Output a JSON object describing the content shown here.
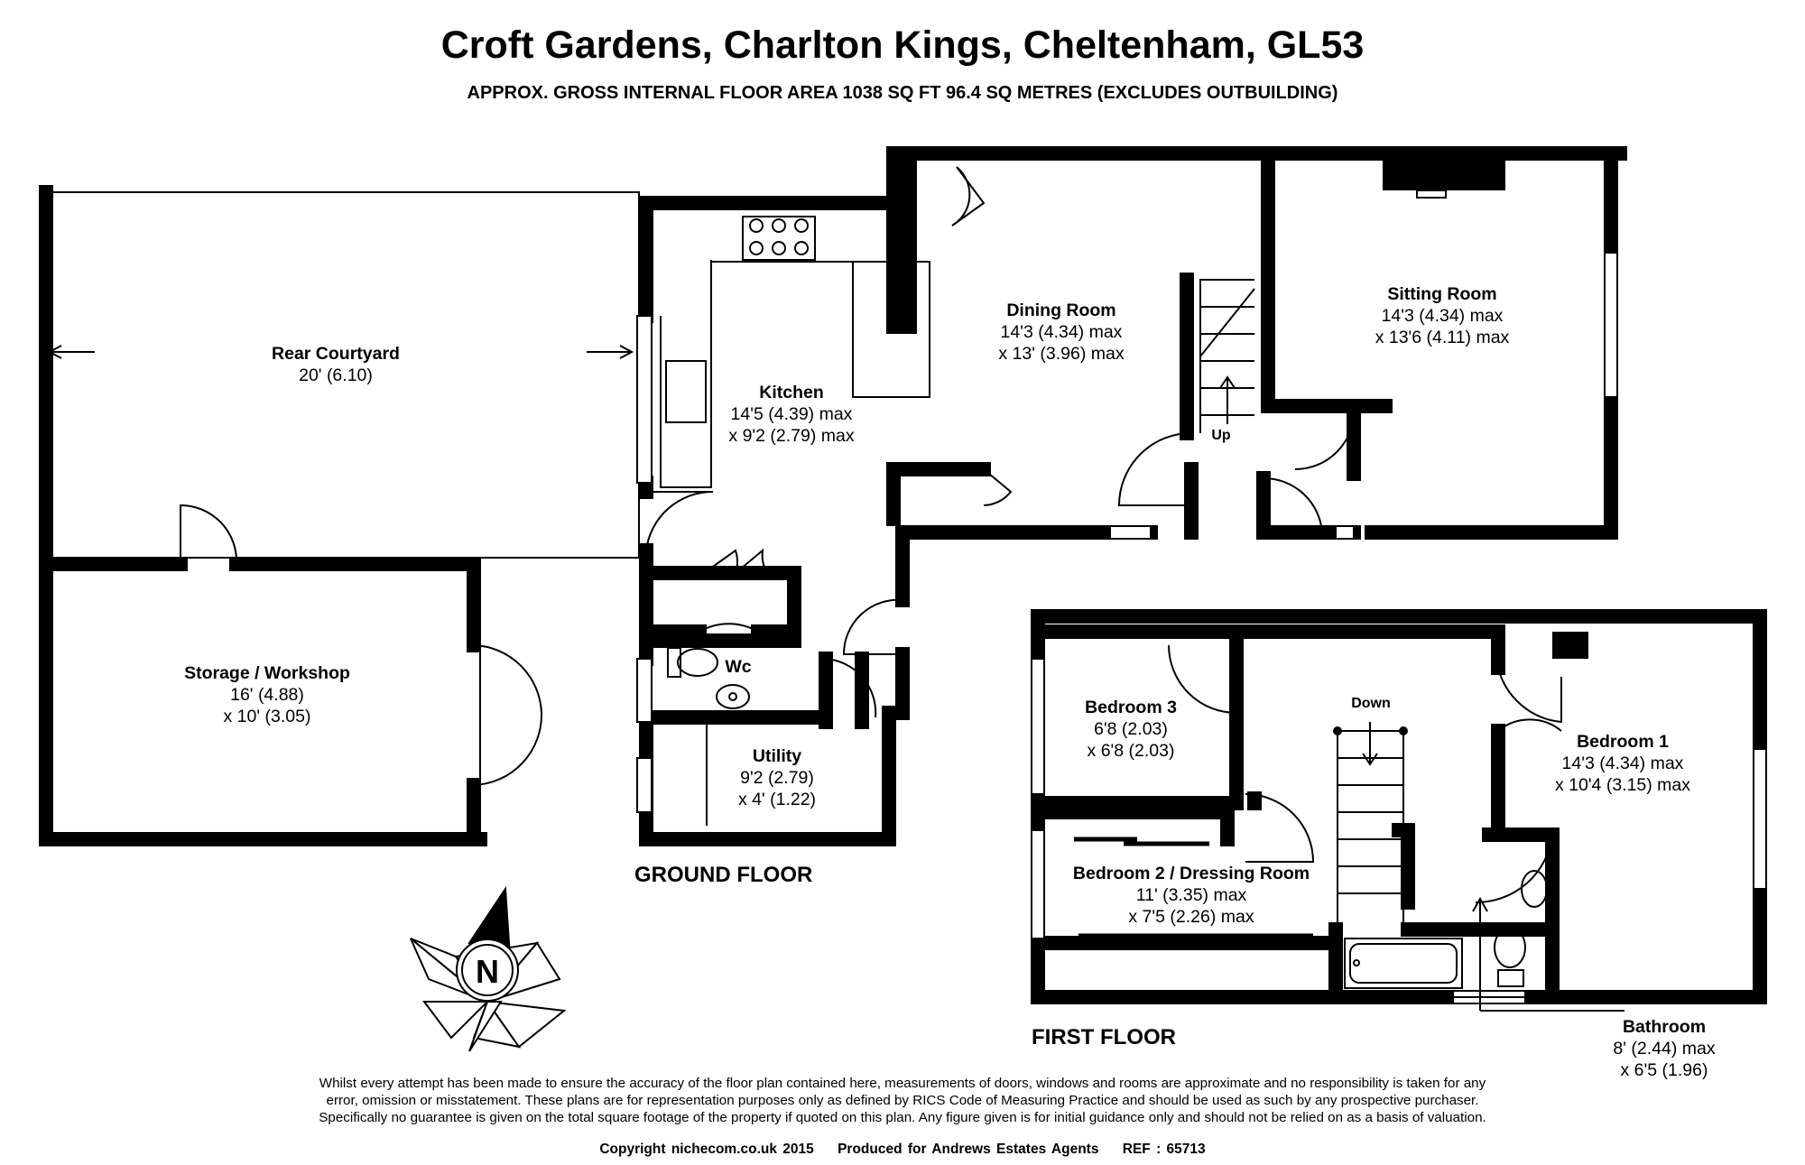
{
  "title": "Croft Gardens, Charlton Kings, Cheltenham, GL53",
  "subtitle": "APPROX. GROSS INTERNAL FLOOR AREA 1038 SQ FT 96.4 SQ METRES (EXCLUDES OUTBUILDING)",
  "floors": {
    "ground": "GROUND FLOOR",
    "first": "FIRST FLOOR"
  },
  "rooms": {
    "rear_courtyard": {
      "name": "Rear Courtyard",
      "dims": [
        "20' (6.10)"
      ]
    },
    "storage": {
      "name": "Storage / Workshop",
      "dims": [
        "16' (4.88)",
        "x 10' (3.05)"
      ]
    },
    "kitchen": {
      "name": "Kitchen",
      "dims": [
        "14'5 (4.39) max",
        "x 9'2 (2.79) max"
      ]
    },
    "dining": {
      "name": "Dining Room",
      "dims": [
        "14'3 (4.34) max",
        "x 13' (3.96) max"
      ]
    },
    "sitting": {
      "name": "Sitting Room",
      "dims": [
        "14'3 (4.34) max",
        "x 13'6 (4.11) max"
      ]
    },
    "wc": {
      "name": "Wc"
    },
    "utility": {
      "name": "Utility",
      "dims": [
        "9'2 (2.79)",
        "x 4' (1.22)"
      ]
    },
    "bedroom3": {
      "name": "Bedroom 3",
      "dims": [
        "6'8 (2.03)",
        "x 6'8 (2.03)"
      ]
    },
    "bedroom2": {
      "name": "Bedroom 2 / Dressing Room",
      "dims": [
        "11' (3.35) max",
        "x 7'5 (2.26) max"
      ]
    },
    "bedroom1": {
      "name": "Bedroom 1",
      "dims": [
        "14'3 (4.34) max",
        "x 10'4 (3.15) max"
      ]
    },
    "bathroom": {
      "name": "Bathroom",
      "dims": [
        "8' (2.44) max",
        "x 6'5 (1.96)"
      ]
    }
  },
  "stairs": {
    "up": "Up",
    "down": "Down"
  },
  "compass": {
    "letter": "N"
  },
  "disclaimer": [
    "Whilst every attempt has been made to ensure the accuracy of the floor plan contained here, measurements of doors, windows and rooms are approximate and no responsibility is taken for any",
    "error, omission or misstatement. These plans are for representation purposes only as defined by RICS Code of Measuring Practice and should be used as such by any prospective purchaser.",
    "Specifically no guarantee is given on the total square footage of the property if quoted on this plan. Any figure given is for initial guidance only and should not be relied on as a basis of valuation."
  ],
  "copyright": "Copyright nichecom.co.uk 2015",
  "produced_for": "Produced for Andrews Estates Agents",
  "ref": "REF : 65713"
}
